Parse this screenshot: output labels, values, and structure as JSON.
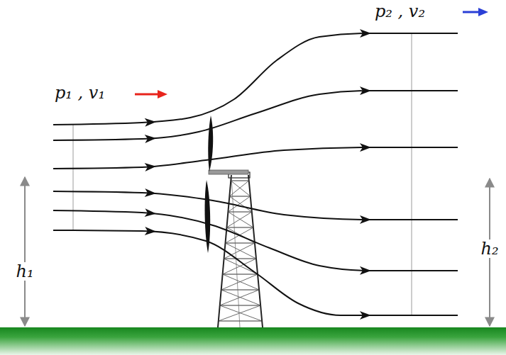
{
  "diagram": {
    "labels": [
      "p₁ , v₁",
      "p₂ , v₂",
      "h₁",
      "h₂"
    ]
  }
}
